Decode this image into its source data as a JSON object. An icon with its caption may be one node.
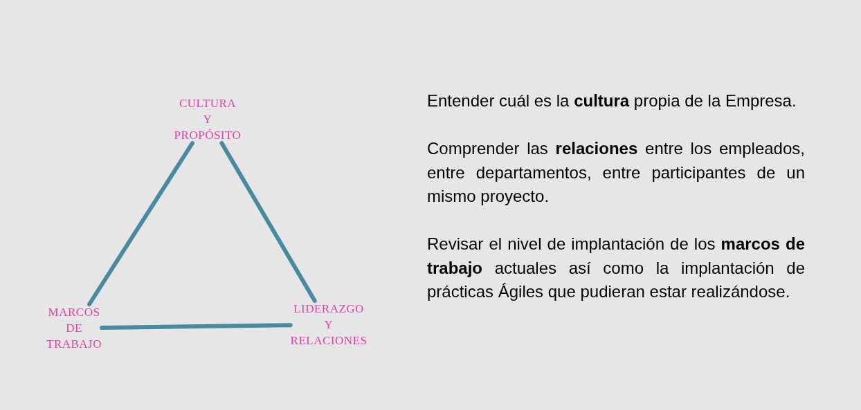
{
  "diagram": {
    "nodes": [
      {
        "text": [
          "CULTURA Y PROPÓSITO"
        ]
      },
      {
        "text": [
          "MARCOS DE TRABAJO"
        ]
      },
      {
        "text": [
          "LIDERAZGO Y RELACIONES"
        ]
      }
    ],
    "edges": [
      {
        "from": 0,
        "to": 1,
        "arrow": "none"
      },
      {
        "from": 1,
        "to": 2,
        "arrow": "none"
      },
      {
        "from": 2,
        "to": 0,
        "arrow": "none"
      }
    ],
    "labels": [
      "Entender cuál es la **cultura** propia de la Empresa.",
      "Comprender las **relaciones** entre los empleados, entre departamentos, entre participantes de un mismo proyecto.",
      "Revisar el nivel de implantación de los **marcos de trabajo** actuales así como la implantación de prácticas Ágiles que pudieran estar realizándose."
    ]
  }
}
